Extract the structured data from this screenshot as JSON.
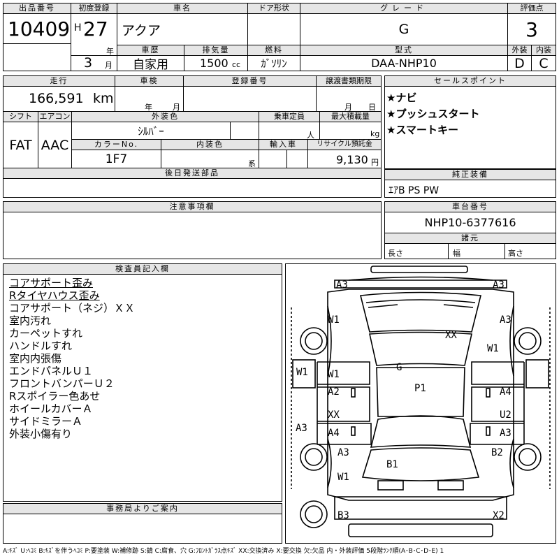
{
  "header": {
    "lot_label": "出品番号",
    "lot_no": "10409",
    "first_reg_label": "初度登録",
    "era": "H",
    "year": "27",
    "year_unit": "年",
    "month": "3",
    "month_unit": "月",
    "car_name_label": "車名",
    "car_name": "アクア",
    "door_label": "ドア形状",
    "door": "",
    "grade_label": "グレード",
    "grade": "G",
    "score_label": "評価点",
    "score": "3",
    "history_label": "車歴",
    "history": "自家用",
    "displacement_label": "排気量",
    "displacement": "1500",
    "displacement_unit": "cc",
    "fuel_label": "燃料",
    "fuel": "ｶﾞｿﾘﾝ",
    "model_label": "型式",
    "model": "DAA-NHP10",
    "exterior_label": "外装",
    "exterior": "D",
    "interior_label": "内装",
    "interior": "C"
  },
  "row2": {
    "mileage_label": "走行",
    "mileage": "166,591",
    "mileage_unit": "km",
    "inspection_label": "車検",
    "year_unit": "年",
    "month_unit": "月",
    "plate_label": "登録番号",
    "transfer_label": "譲渡書類期限",
    "shift_label": "シフト",
    "shift": "FAT",
    "ac_label": "エアコン",
    "ac": "AAC",
    "color_label": "外装色",
    "color": "ｼﾙﾊﾞｰ",
    "capacity_label": "乗車定員",
    "capacity_unit": "人",
    "load_label": "最大積載量",
    "load_unit": "kg",
    "color_no_label": "カラーNo.",
    "color_no": "1F7",
    "int_color_label": "内装色",
    "int_color_unit": "系",
    "import_label": "輸入車",
    "recycle_label": "リサイクル預託金",
    "recycle": "9,130",
    "recycle_unit": "円",
    "later_parts_label": "後日発送部品"
  },
  "sales_points": {
    "label": "セールスポイント",
    "items": [
      "★ナビ",
      "★プッシュスタート",
      "★スマートキー"
    ]
  },
  "genuine": {
    "label": "純正装備",
    "value": "ｴｱB PS PW"
  },
  "caution": {
    "label": "注意事項欄"
  },
  "chassis": {
    "label": "車台番号",
    "value": "NHP10-6377616",
    "spec_label": "諸元",
    "length_label": "長さ",
    "width_label": "幅",
    "height_label": "高さ"
  },
  "inspector": {
    "label": "検査員記入欄",
    "notes": [
      "コアサポート歪み",
      "Rタイヤハウス歪み",
      "コアサポート（ネジ）ＸＸ",
      "室内汚れ",
      "カーペットすれ",
      "ハンドルすれ",
      "室内内張傷",
      "エンドパネルＵ１",
      "フロントバンパーＵ２",
      "Rスポイラー色あせ",
      "ホイールカバーＡ",
      "サイドミラーＡ",
      "外装小傷有り"
    ]
  },
  "office": {
    "label": "事務局よりご案内"
  },
  "diagram_marks": {
    "fl_bumper": "A3",
    "fr_bumper": "A3",
    "hood": "XX",
    "windshield": "G",
    "roof": "P1",
    "fl_fender_top": "W1",
    "fr_fender": "A3",
    "fr_fender2": "W1",
    "l_mirror": "W1",
    "l_front_door1": "W1",
    "l_front_door2": "A2",
    "l_rear_door1": "XX",
    "l_rear_door2": "A4",
    "l_sill": "A3",
    "r_front_door": "A4",
    "r_rear_door1": "U2",
    "r_rear_door2": "A3",
    "l_quarter": "A3",
    "r_quarter": "B2",
    "rear_glass": "B1",
    "l_rear_lamp": "W1",
    "rl_bumper": "B3",
    "rr_bumper": "X2"
  },
  "legend": "A:ｷｽﾞ U:ﾍｺﾐ B:ｷｽﾞを伴うﾍｺﾐ P:要塗装 W:補修跡 S:錆 C:腐食、穴 G:ﾌﾛﾝﾄｶﾞﾗｽ点ｷｽﾞ XX:交換済み X:要交換 欠:欠品 内・外装評価 5段階ﾗﾝｸ順(A･B･C･D･E) 1"
}
